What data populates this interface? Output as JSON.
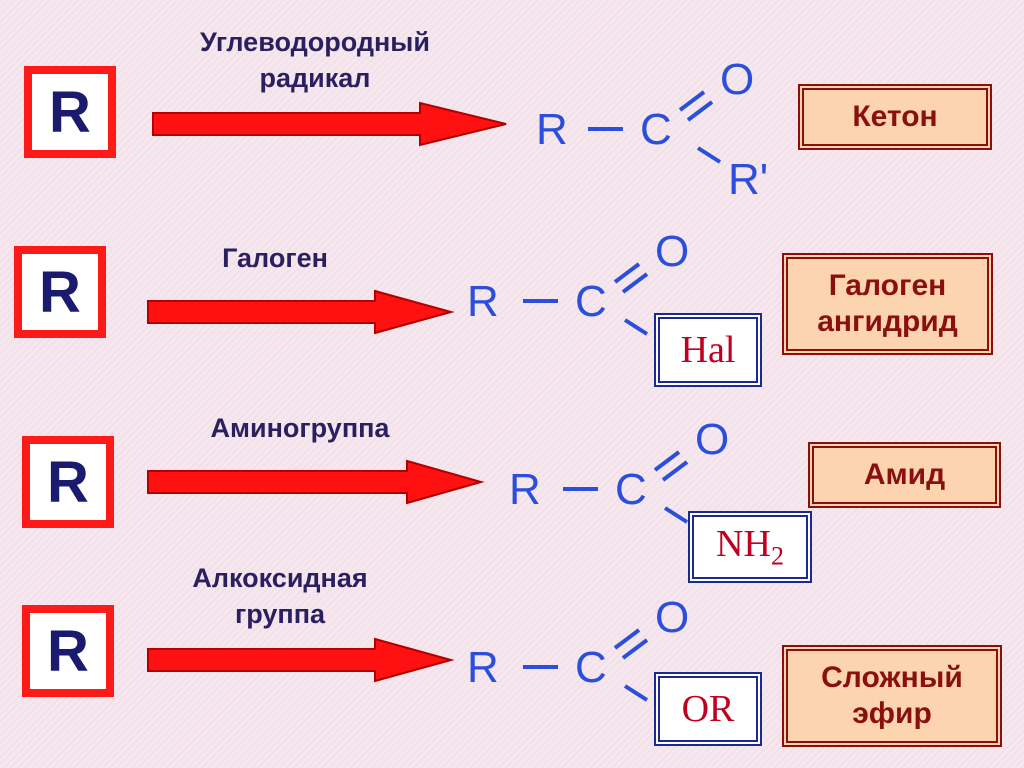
{
  "rows": [
    {
      "r": "R",
      "group_label_1": "Углеводородный",
      "group_label_2": "радикал",
      "formula": {
        "r": "R",
        "c": "C",
        "o": "O",
        "sub": "R'"
      },
      "result_1": "Кетон",
      "result_2": ""
    },
    {
      "r": "R",
      "group_label_1": "Галоген",
      "group_label_2": "",
      "formula": {
        "r": "R",
        "c": "C",
        "o": "O",
        "sub": "Hal"
      },
      "result_1": "Галоген",
      "result_2": "ангидрид"
    },
    {
      "r": "R",
      "group_label_1": "Аминогруппа",
      "group_label_2": "",
      "formula": {
        "r": "R",
        "c": "C",
        "o": "O",
        "sub": "NH",
        "sub_index": "2"
      },
      "result_1": "Амид",
      "result_2": ""
    },
    {
      "r": "R",
      "group_label_1": "Алкоксидная",
      "group_label_2": "группа",
      "formula": {
        "r": "R",
        "c": "C",
        "o": "O",
        "sub": "OR"
      },
      "result_1": "Сложный",
      "result_2": "эфир"
    }
  ],
  "colors": {
    "background": "#f6e7ee",
    "r_box_border": "#ff1a1a",
    "arrow": "#ff1111",
    "formula": "#2b4fd8",
    "substituent_text": "#c00020",
    "result_fill": "#fcd5b0",
    "result_text": "#8a1010",
    "label_text": "#2a2060"
  }
}
